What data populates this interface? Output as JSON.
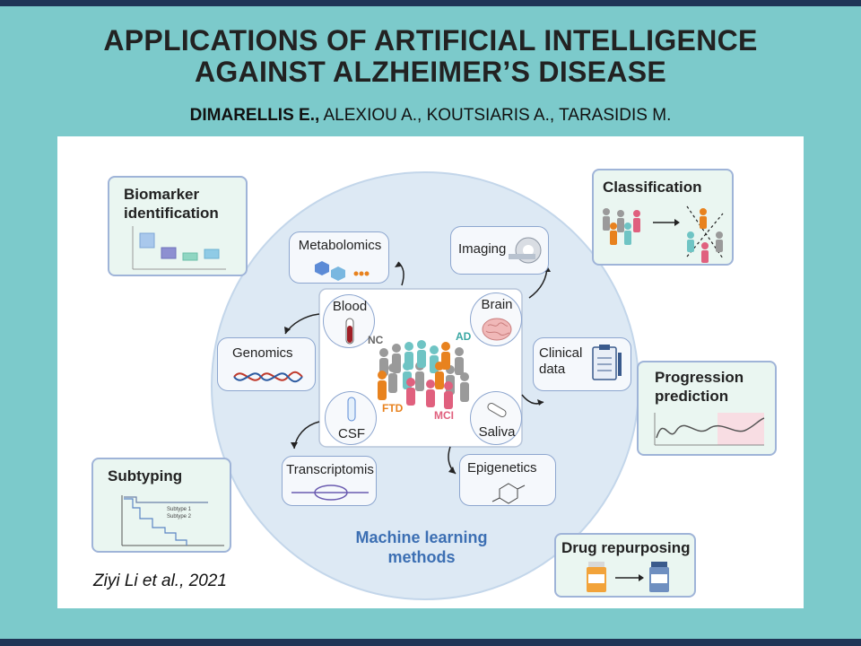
{
  "slide": {
    "title_line1": "APPLICATIONS OF ARTIFICIAL INTELLIGENCE",
    "title_line2": "AGAINST ALZHEIMER’S DISEASE",
    "author_first": "DIMARELLIS E.,",
    "authors_rest": " ALEXIOU A., KOUTSIARIS A., TARASIDIS M.",
    "citation": "Ziyi Li et al., 2021"
  },
  "diagram": {
    "center_label_line1": "Machine learning",
    "center_label_line2": "methods",
    "outer_boxes": {
      "biomarker_line1": "Biomarker",
      "biomarker_line2": "identification",
      "classification": "Classification",
      "progression_line1": "Progression",
      "progression_line2": "prediction",
      "subtyping": "Subtyping",
      "drug": "Drug repurposing"
    },
    "nodes": {
      "metabolomics": "Metabolomics",
      "imaging": "Imaging",
      "genomics": "Genomics",
      "clinical_line1": "Clinical",
      "clinical_line2": "data",
      "transcriptomis": "Transcriptomis",
      "epigenetics": "Epigenetics",
      "blood": "Blood",
      "brain": "Brain",
      "csf": "CSF",
      "saliva": "Saliva"
    },
    "groups": {
      "nc": "NC",
      "ad": "AD",
      "ftd": "FTD",
      "mci": "MCI"
    },
    "subtype_legend": [
      "Subtype 1",
      "Subtype 2"
    ]
  },
  "colors": {
    "background": "#7ccacb",
    "bar": "#1f3556",
    "accent_blue": "#3c6fb3",
    "ad_teal": "#3aa7a3",
    "ftd_orange": "#e8821e",
    "mci_pink": "#e0607e"
  }
}
